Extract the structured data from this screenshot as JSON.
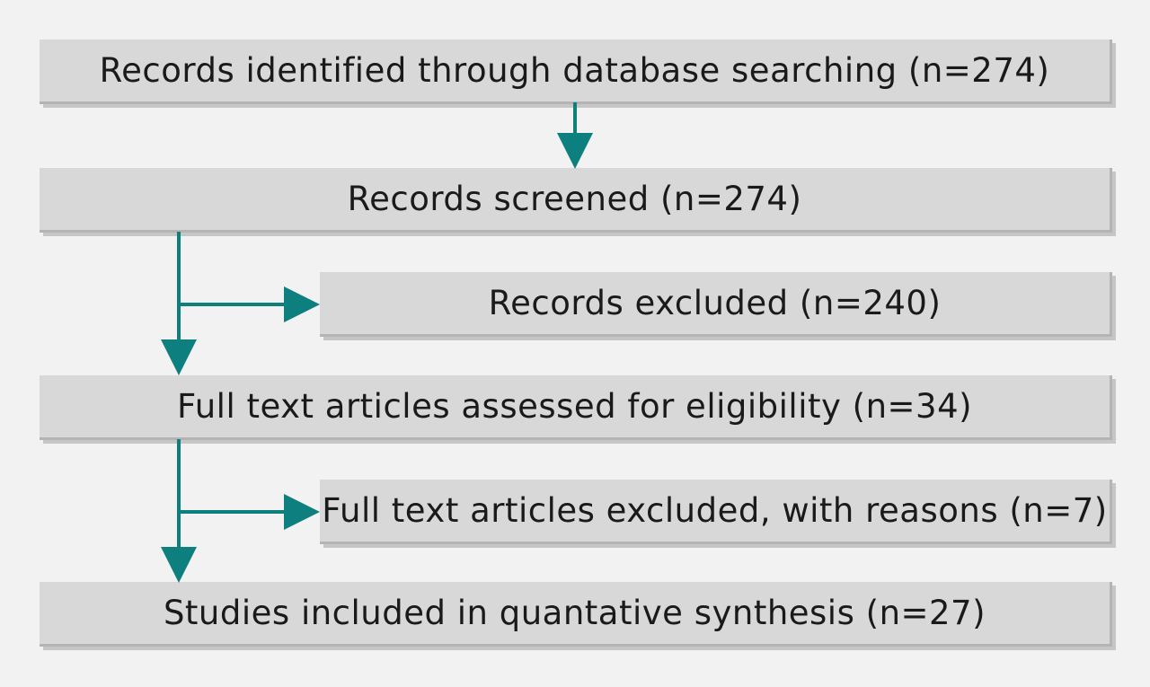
{
  "flowchart": {
    "nodes": [
      {
        "id": "identified",
        "label": "Records identified through database searching (n=274)"
      },
      {
        "id": "screened",
        "label": "Records screened (n=274)"
      },
      {
        "id": "excluded",
        "label": "Records excluded (n=240)"
      },
      {
        "id": "assessed",
        "label": "Full text articles assessed for eligibility (n=34)"
      },
      {
        "id": "fulltext_excluded",
        "label": "Full text articles excluded, with reasons (n=7)"
      },
      {
        "id": "included",
        "label": "Studies included in quantative synthesis (n=27)"
      }
    ],
    "edges": [
      {
        "from": "identified",
        "to": "screened"
      },
      {
        "from": "screened",
        "to": "excluded"
      },
      {
        "from": "screened",
        "to": "assessed"
      },
      {
        "from": "assessed",
        "to": "fulltext_excluded"
      },
      {
        "from": "assessed",
        "to": "included"
      }
    ]
  },
  "colors": {
    "background": "#f2f2f2",
    "box_fill": "#d8d8d8",
    "box_shadow": "#b4b4b4",
    "arrow": "#0d7f7f",
    "text": "#1a1a1a"
  }
}
